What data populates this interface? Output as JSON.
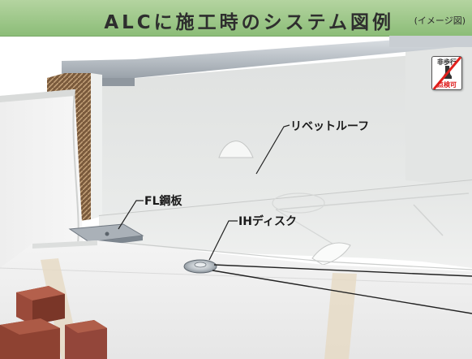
{
  "title": {
    "main": "ALCに施工時のシステム図例",
    "sub": "(イメージ図)"
  },
  "labels": {
    "rivet_roof": "リベットルーフ",
    "fl_plate": "FL鋼板",
    "ih_disk": "IHディスク"
  },
  "sign": {
    "top": "非歩行",
    "bottom": "点検可",
    "icon": "no-walking-icon"
  },
  "colors": {
    "title_bar": "#9cc688",
    "membrane": "#e9ebe8",
    "alc_panel": "#f1f1f1",
    "brick": "#9a4a3a",
    "metal": "#b8bec4"
  }
}
